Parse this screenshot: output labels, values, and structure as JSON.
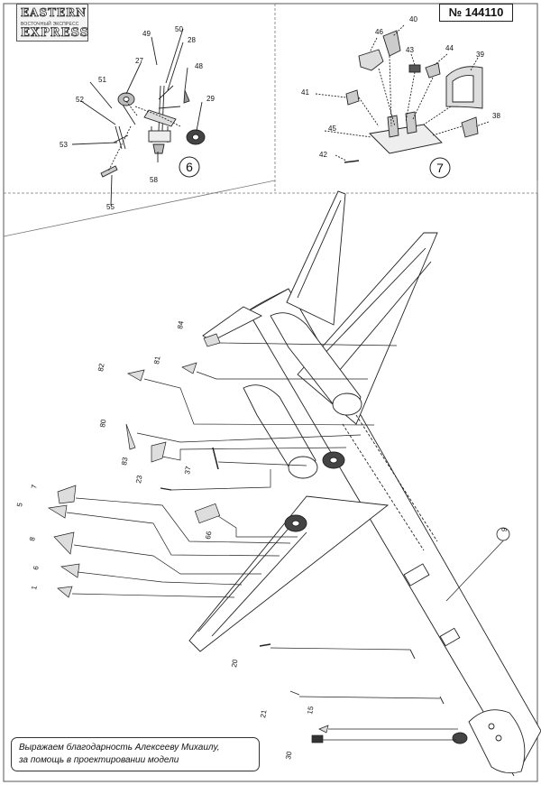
{
  "brand": {
    "line1": "EASTERN",
    "line2": "ВОСТОЧНЫЙ ЭКСПРЕСС",
    "line3": "EXPRESS"
  },
  "kit_number": "№ 144110",
  "steps": [
    {
      "number": "6"
    },
    {
      "number": "7"
    }
  ],
  "callouts_step6": [
    "49",
    "50",
    "28",
    "27",
    "48",
    "51",
    "52",
    "29",
    "53",
    "58",
    "55"
  ],
  "callouts_step7": [
    "40",
    "46",
    "43",
    "44",
    "39",
    "41",
    "45",
    "38",
    "42"
  ],
  "callouts_main": [
    "84",
    "82",
    "81",
    "80",
    "83",
    "37",
    "23",
    "7",
    "5",
    "66",
    "8",
    "6",
    "1",
    "9",
    "20",
    "21",
    "15",
    "30"
  ],
  "acknowledgement": {
    "line1": "Выражаем благодарность Алексееву Михаилу,",
    "line2": "за помощь в проектировании модели"
  }
}
